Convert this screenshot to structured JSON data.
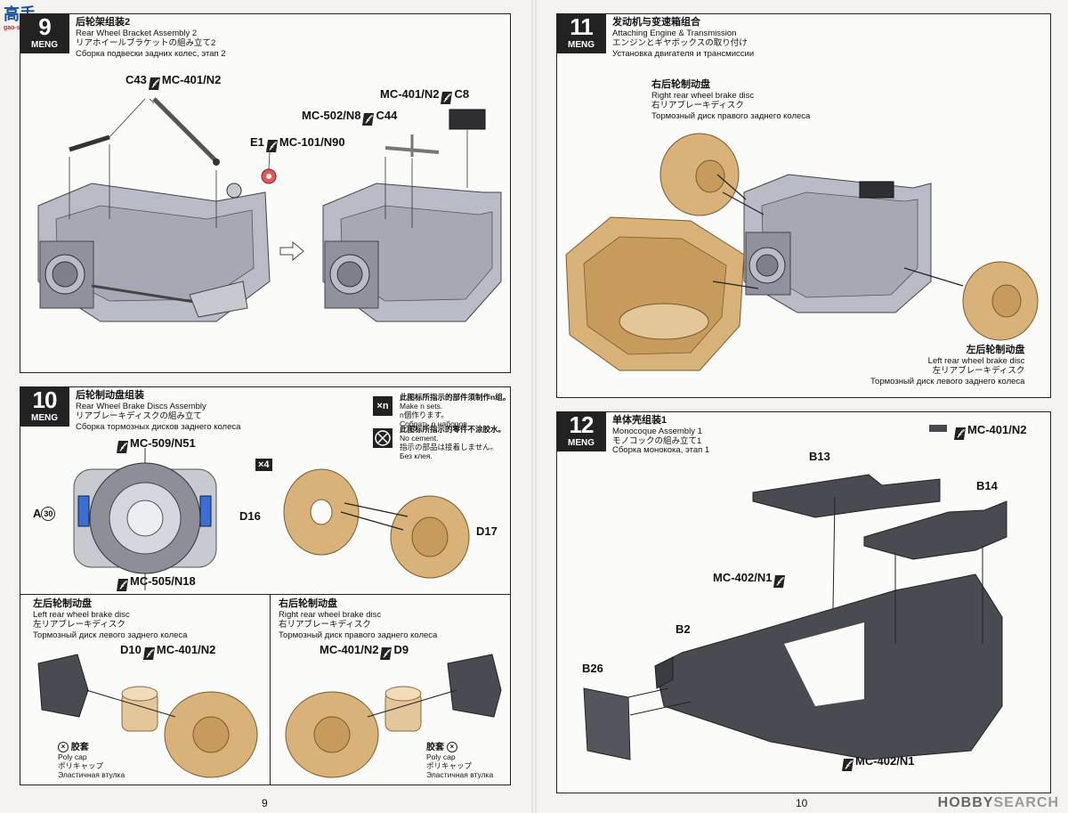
{
  "watermark_logo": {
    "title": "高手",
    "url": "gao-shou.com"
  },
  "step9": {
    "number": "9",
    "brand": "MENG",
    "title_zh": "后轮架组装2",
    "title_en": "Rear Wheel Bracket Assembly 2",
    "title_ja": "リアホイールブラケットの組み立て2",
    "title_ru": "Сборка подвески задних колес, этап 2",
    "labels": {
      "c43": "C43",
      "c43_paint": "MC-401/N2",
      "e1": "E1",
      "e1_paint": "MC-101/N90",
      "mc401": "MC-401/N2",
      "c8": "C8",
      "mc502": "MC-502/N8",
      "c44": "C44"
    }
  },
  "step10": {
    "number": "10",
    "brand": "MENG",
    "title_zh": "后轮制动盘组装",
    "title_en": "Rear Wheel Brake Discs Assembly",
    "title_ja": "リアブレーキディスクの組み立て",
    "title_ru": "Сборка тормозных дисков заднего колеса",
    "legend_n_zh": "此图标所指示的部件须制作n组。",
    "legend_n_en": "Make n sets.",
    "legend_n_ja": "n個作ります。",
    "legend_n_ru": "Собрать n наборов.",
    "legend_n_icon": "×n",
    "legend_nc_zh": "此图标所指示的零件不涂胶水。",
    "legend_nc_en": "No cement.",
    "legend_nc_ja": "指示の部品は接着しません。",
    "legend_nc_ru": "Без клея.",
    "disc_top_paint": "MC-509/N51",
    "disc_bottom_paint": "MC-505/N18",
    "a_left": "A",
    "a_right": "A",
    "a_num": "30",
    "x4": "×4",
    "d16": "D16",
    "d17": "D17",
    "left_zh": "左后轮制动盘",
    "left_en": "Left rear wheel brake disc",
    "left_ja": "左リアブレーキディスク",
    "left_ru": "Тормозный диск левого заднего колеса",
    "d10": "D10",
    "d10_paint": "MC-401/N2",
    "right_zh": "右后轮制动盘",
    "right_en": "Right rear wheel brake disc",
    "right_ja": "右リアブレーキディスク",
    "right_ru": "Тормозный диск правого заднего колеса",
    "d9_paint": "MC-401/N2",
    "d9": "D9",
    "polycap_zh": "胶套",
    "polycap_en": "Poly cap",
    "polycap_ja": "ポリキャップ",
    "polycap_ru": "Эластичная втулка"
  },
  "step11": {
    "number": "11",
    "brand": "MENG",
    "title_zh": "发动机与变速箱组合",
    "title_en": "Attaching Engine & Transmission",
    "title_ja": "エンジンとギヤボックスの取り付け",
    "title_ru": "Установка двигателя и трансмиссии",
    "right_zh": "右后轮制动盘",
    "right_en": "Right rear wheel brake disc",
    "right_ja": "右リアブレーキディスク",
    "right_ru": "Тормозный диск правого заднего колеса",
    "left_zh": "左后轮制动盘",
    "left_en": "Left rear wheel brake disc",
    "left_ja": "左リアブレーキディスク",
    "left_ru": "Тормозный диск левого заднего колеса"
  },
  "step12": {
    "number": "12",
    "brand": "MENG",
    "title_zh": "单体壳组装1",
    "title_en": "Monocoque Assembly 1",
    "title_ja": "モノコックの組み立て1",
    "title_ru": "Сборка монокока, этап 1",
    "paint_legend": "MC-401/N2",
    "b13": "B13",
    "b14": "B14",
    "b2": "B2",
    "b26": "B26",
    "mc402_top": "MC-402/N1",
    "mc402_bottom": "MC-402/N1"
  },
  "page_left": "9",
  "page_right": "10",
  "hobby_search": {
    "a": "HOBBY",
    "b": "SEARCH"
  },
  "colors": {
    "tan": "#d9b27a",
    "grey": "#b9bcc6",
    "dark": "#4a4a52",
    "blue": "#3b6fd6"
  }
}
